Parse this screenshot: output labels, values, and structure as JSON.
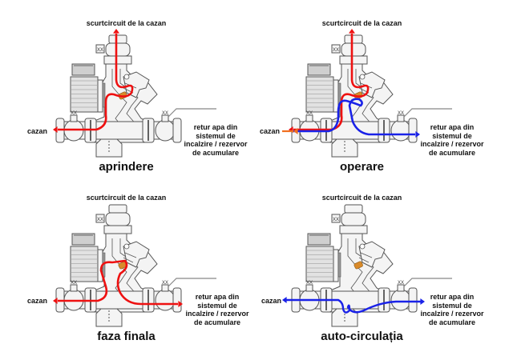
{
  "colors": {
    "hot": "#ee1111",
    "cold": "#1a22e8",
    "boiler_feed": "#f07020",
    "thermo_element": "#d98a2a",
    "outline": "#555555",
    "body_fill": "#f4f4f4",
    "motor_fill": "#e2e2e2"
  },
  "panels": [
    {
      "id": "aprindere",
      "title": "aprindere",
      "top_label": "scurtcircuit de la cazan",
      "left_label": "cazan",
      "right_label_lines": [
        "retur apa din",
        "sistemul de",
        "incalzire / rezervor",
        "de acumulare"
      ],
      "flows": [
        "hot-bypass"
      ]
    },
    {
      "id": "operare",
      "title": "operare",
      "top_label": "scurtcircuit de la cazan",
      "left_label": "cazan",
      "right_label_lines": [
        "retur apa din",
        "sistemul de",
        "incalzire / rezervor",
        "de acumulare"
      ],
      "flows": [
        "hot-bypass",
        "cold-return",
        "boiler-feed"
      ]
    },
    {
      "id": "faza-finala",
      "title": "faza finala",
      "top_label": "scurtcircuit de la cazan",
      "left_label": "cazan",
      "right_label_lines": [
        "retur apa din",
        "sistemul de",
        "incalzire / rezervor",
        "de acumulare"
      ],
      "flows": [
        "hot-through"
      ]
    },
    {
      "id": "auto-circulatia",
      "title": "auto-circulația",
      "top_label": "scurtcircuit de la cazan",
      "left_label": "cazan",
      "right_label_lines": [
        "retur apa din",
        "sistemul de",
        "incalzire / rezervor",
        "de acumulare"
      ],
      "flows": [
        "cold-gravity"
      ]
    }
  ]
}
